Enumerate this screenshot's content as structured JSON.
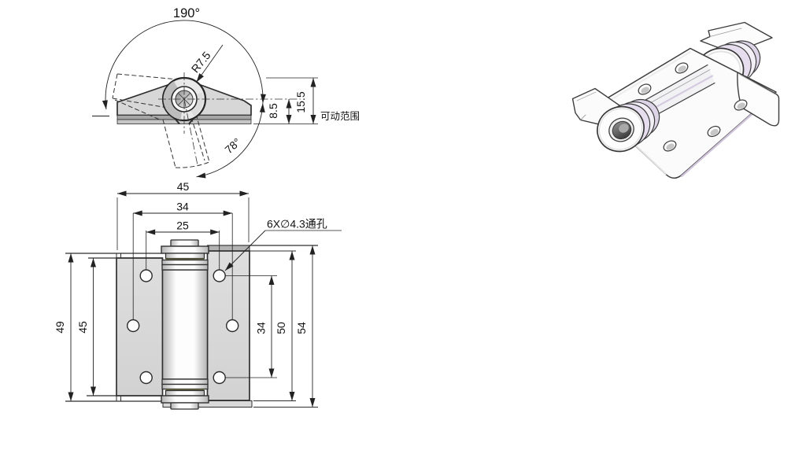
{
  "drawing": {
    "top_view": {
      "angle_total": "190°",
      "angle_open": "78°",
      "radius": "R7.5",
      "pivot_height": "8.5",
      "knuckle_height": "15.5",
      "note": "可动范围"
    },
    "front_view": {
      "width": "45",
      "hole_cols_outer": "34",
      "hole_cols_inner": "25",
      "holes_note": "6X∅4.3通孔",
      "leaf_outer": "49",
      "leaf_inner": "45",
      "hole_rows": "34",
      "plate_inner": "50",
      "plate_outer": "54"
    },
    "colors": {
      "line": "#2f2f2f",
      "plate_fill": "#d9d9d9",
      "accent_lavender": "#cfc4da"
    }
  }
}
